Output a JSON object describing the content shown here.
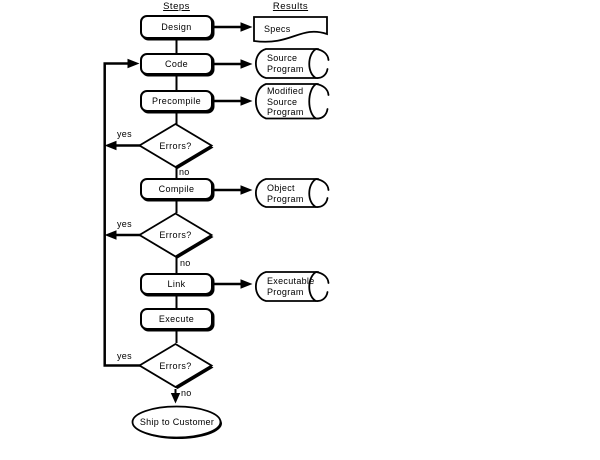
{
  "headers": {
    "steps": "Steps",
    "results": "Results"
  },
  "steps": [
    {
      "label": "Design"
    },
    {
      "label": "Code"
    },
    {
      "label": "Precompile"
    },
    {
      "label": "Compile"
    },
    {
      "label": "Link"
    },
    {
      "label": "Execute"
    }
  ],
  "decisions": [
    {
      "label": "Errors?",
      "yes_label": "yes",
      "no_label": "no"
    },
    {
      "label": "Errors?",
      "yes_label": "yes",
      "no_label": "no"
    },
    {
      "label": "Errors?",
      "yes_label": "yes",
      "no_label": "no"
    }
  ],
  "terminal": {
    "label": "Ship to Customer"
  },
  "results": [
    {
      "label": "Specs",
      "shape": "document"
    },
    {
      "label": "Source\nProgram",
      "shape": "stored-data"
    },
    {
      "label": "Modified\nSource\nProgram",
      "shape": "stored-data"
    },
    {
      "label": "Object\nProgram",
      "shape": "stored-data"
    },
    {
      "label": "Executable\nProgram",
      "shape": "stored-data"
    }
  ],
  "colors": {
    "ink": "#000000",
    "paper": "#ffffff"
  }
}
